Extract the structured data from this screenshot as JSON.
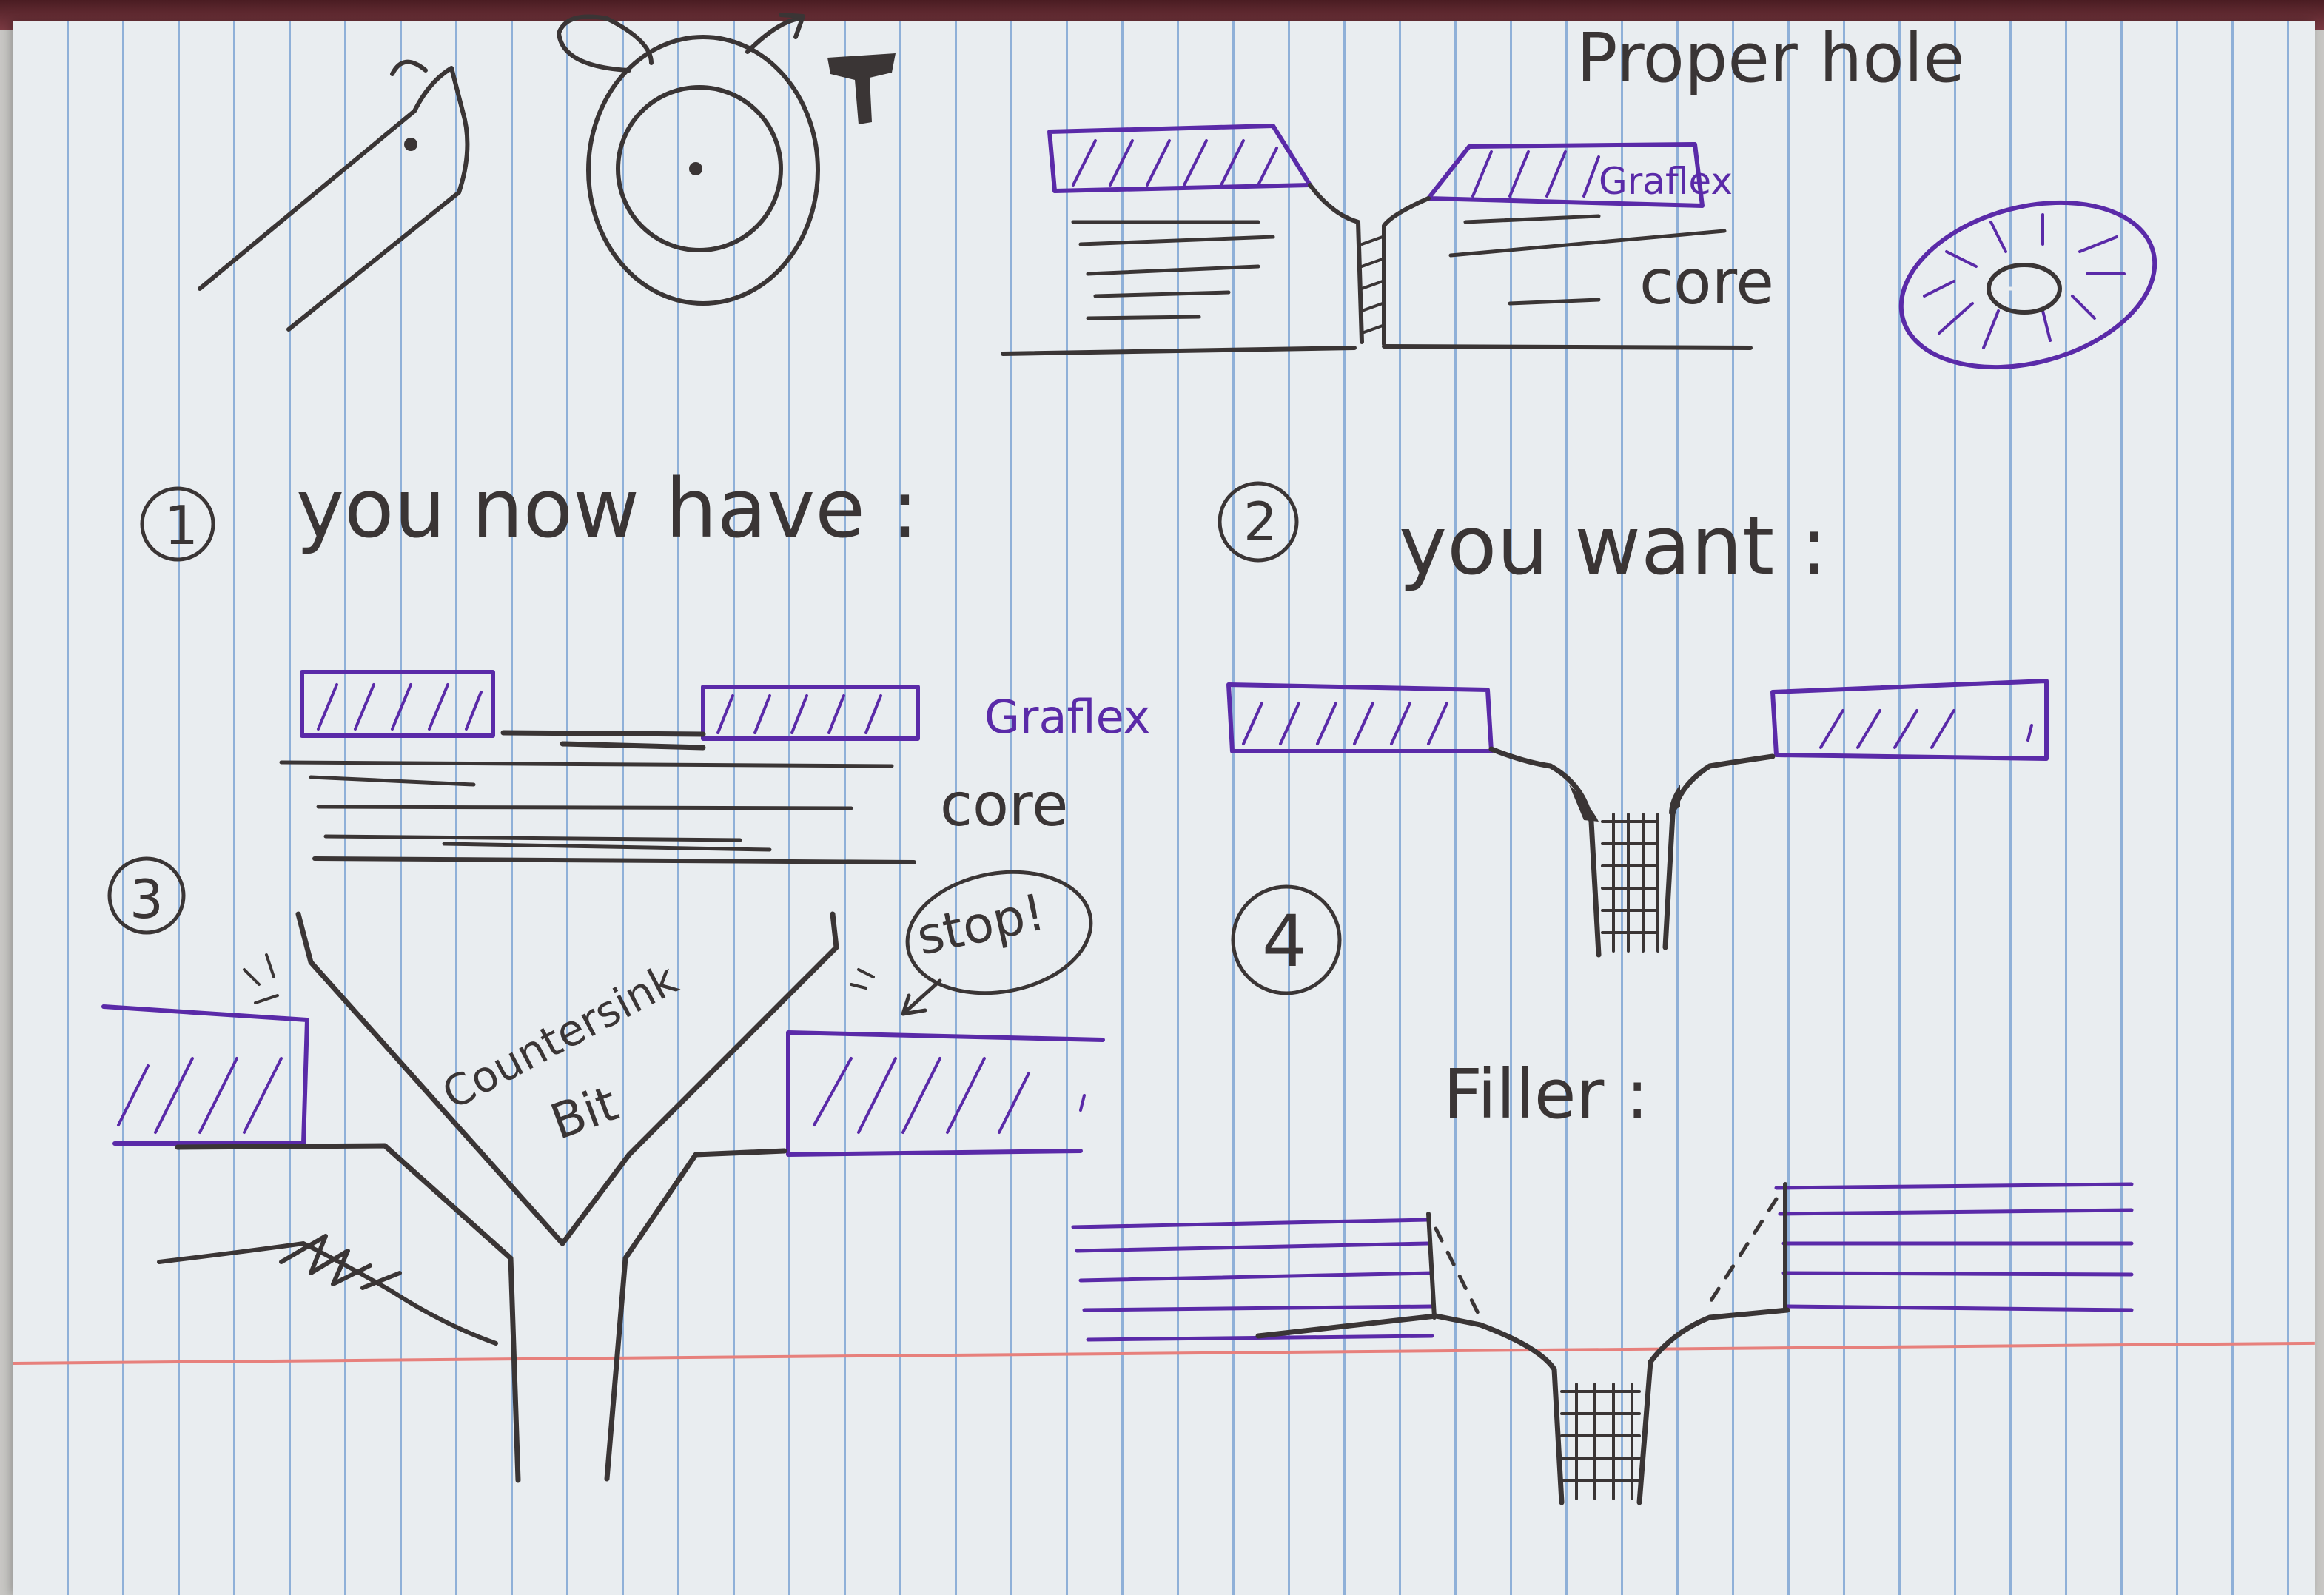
{
  "labels": {
    "proper_hole": "Proper hole",
    "graflex_top": "Graflex",
    "core_top": "core",
    "step1_num": "1",
    "step1_text": "you now have :",
    "graflex_1": "Graflex",
    "core_1": "core",
    "step2_num": "2",
    "step2_text": "you want :",
    "step3_num": "3",
    "countersink_line1": "Countersink",
    "countersink_line2": "Bit",
    "stop": "stop!",
    "step4_num": "4",
    "filler": "Filler :"
  },
  "colors": {
    "ink": "#3a3535",
    "purple_ink": "#5a2aa8",
    "paper": "#e9edf0",
    "rule_line": "#8fb0d8",
    "margin_line": "#e7807c"
  }
}
